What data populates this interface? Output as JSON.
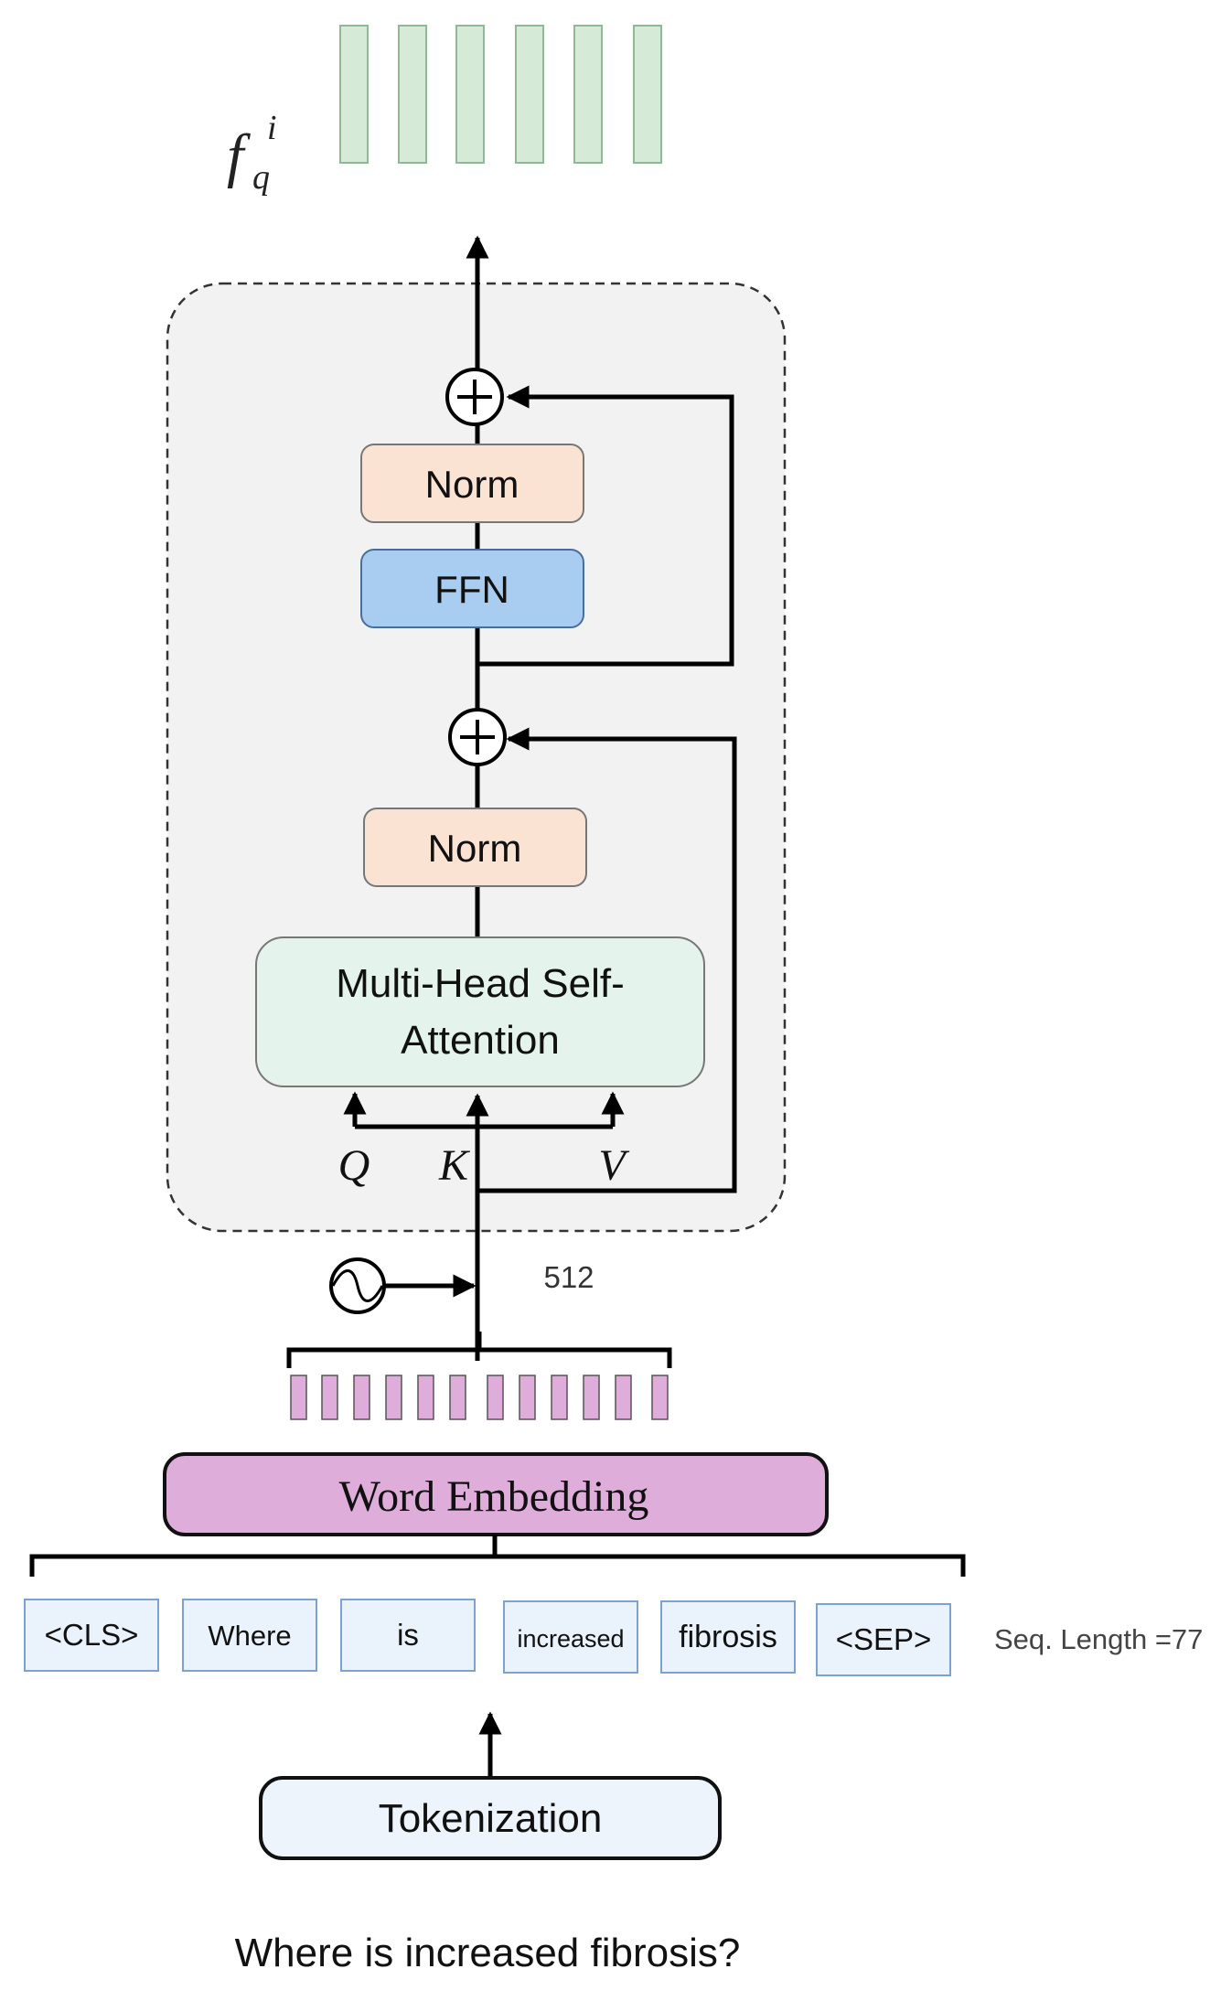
{
  "output_label": {
    "base": "f",
    "sub": "q",
    "sup": "i"
  },
  "block": {
    "norm_top": "Norm",
    "ffn": "FFN",
    "norm_bottom": "Norm",
    "attention_line1": "Multi-Head Self-",
    "attention_line2": "Attention",
    "q": "Q",
    "k": "K",
    "v": "V"
  },
  "dim_label": "512",
  "word_embedding": "Word Embedding",
  "tokens": [
    "<CLS>",
    "Where",
    "is",
    "increased",
    "fibrosis",
    "<SEP>"
  ],
  "seq_length": "Seq. Length =77",
  "tokenization": "Tokenization",
  "input_sentence": "Where is increased fibrosis?",
  "colors": {
    "output_bar": "#d5ead7",
    "norm": "#fbe3d4",
    "ffn": "#a9cdf1",
    "attention": "#e4f3eb",
    "embedding": "#deadd9",
    "token": "#eaf2fb",
    "tokenization": "#edf4fb",
    "block_bg": "#f2f2f2"
  }
}
